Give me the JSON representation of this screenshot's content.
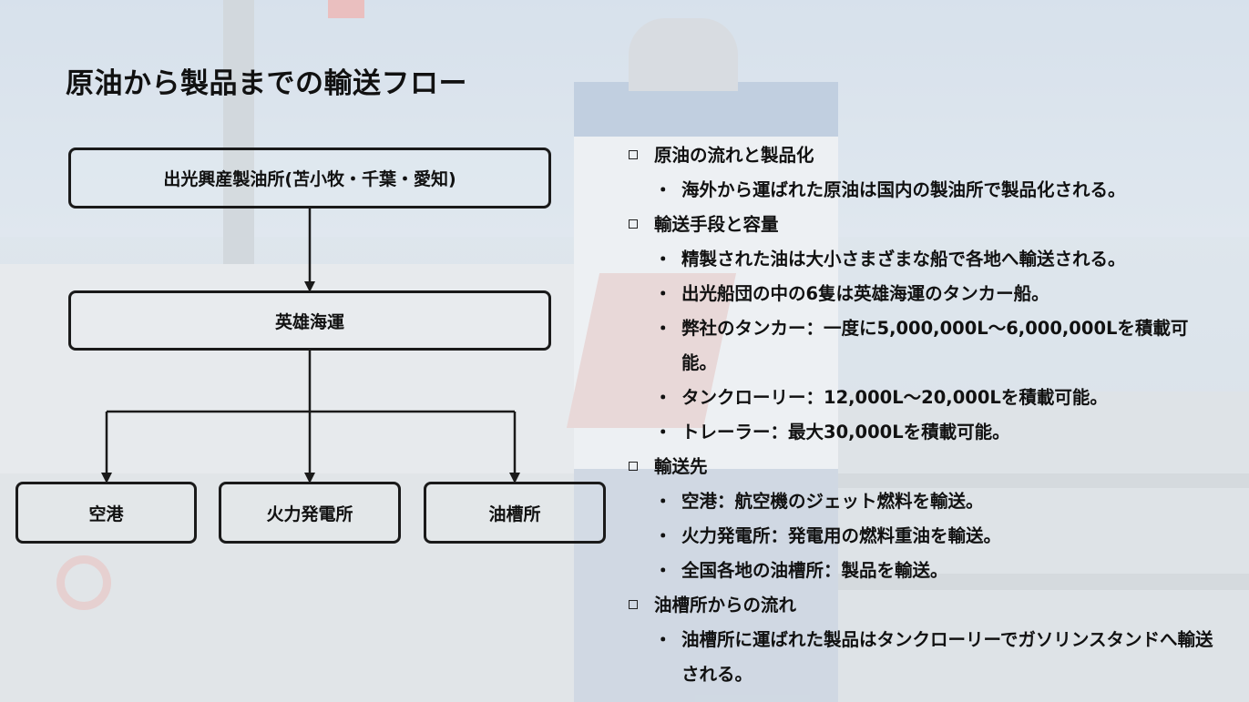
{
  "title": "原油から製品までの輸送フロー",
  "flow": {
    "refinery": "出光興産製油所(苫小牧・千葉・愛知)",
    "carrier": "英雄海運",
    "dest_airport": "空港",
    "dest_power": "火力発電所",
    "dest_depot": "油槽所"
  },
  "sections": [
    {
      "heading": "原油の流れと製品化",
      "bullets": [
        "海外から運ばれた原油は国内の製油所で製品化される。"
      ]
    },
    {
      "heading": "輸送手段と容量",
      "bullets": [
        "精製された油は大小さまざまな船で各地へ輸送される。",
        "出光船団の中の6隻は英雄海運のタンカー船。",
        "弊社のタンカー：一度に5,000,000L〜6,000,000Lを積載可能。",
        "タンクローリー：12,000L〜20,000Lを積載可能。",
        "トレーラー：最大30,000Lを積載可能。"
      ]
    },
    {
      "heading": "輸送先",
      "bullets": [
        "空港：航空機のジェット燃料を輸送。",
        "火力発電所：発電用の燃料重油を輸送。",
        "全国各地の油槽所：製品を輸送。"
      ]
    },
    {
      "heading": "油槽所からの流れ",
      "bullets": [
        "油槽所に運ばれた製品はタンクローリーでガソリンスタンドへ輸送される。"
      ]
    }
  ],
  "colors": {
    "line": "#1a1a1a",
    "accent": "#b03a3a"
  }
}
